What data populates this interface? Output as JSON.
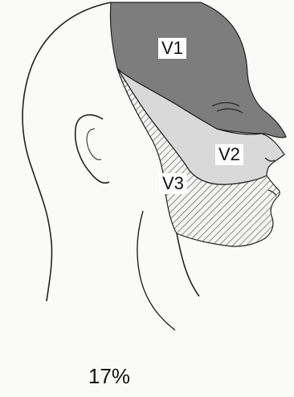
{
  "regions": [
    {
      "id": "v1",
      "label": "V1",
      "fill": "#7d7d7d"
    },
    {
      "id": "v2",
      "label": "V2",
      "fill": "#d9d9d9"
    },
    {
      "id": "v3",
      "label": "V3",
      "fill": "hatched"
    }
  ],
  "caption": "17%",
  "colors": {
    "outline": "#222222",
    "background": "#fafaf8",
    "v1_fill": "#7d7d7d",
    "v2_fill": "#d9d9d9",
    "v3_hatch": "#555555"
  }
}
